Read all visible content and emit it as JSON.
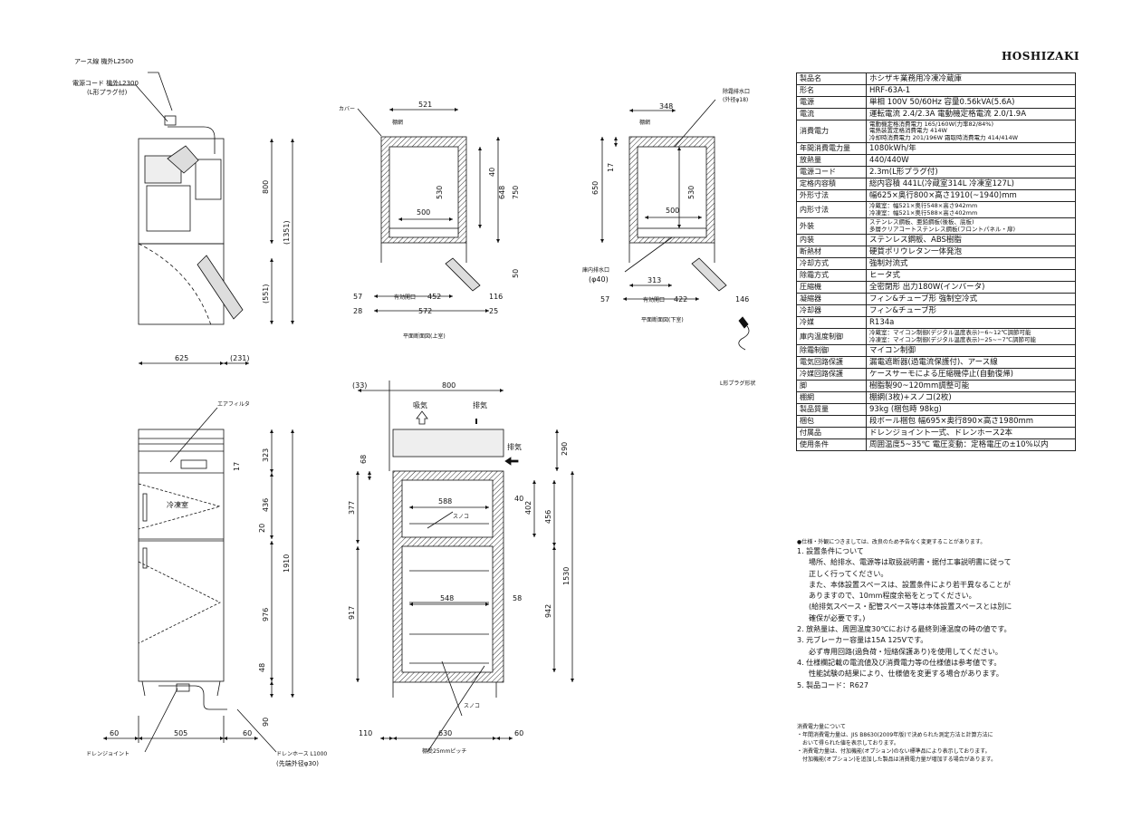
{
  "brand": "HOSHIZAKI",
  "spec_rows": [
    {
      "label": "製品名",
      "value": "ホシザキ業務用冷凍冷蔵庫"
    },
    {
      "label": "形名",
      "value": "HRF-63A-1"
    },
    {
      "label": "電源",
      "value": "単相 100V 50/60Hz 容量0.56kVA(5.6A)"
    },
    {
      "label": "電流",
      "value": "運転電流 2.4/2.3A 電動機定格電流 2.0/1.9A"
    },
    {
      "label": "消費電力",
      "lines": [
        "電動機定格消費電力 165/160W(力率82/84%)",
        "電熱装置定格消費電力 414W",
        "冷却時消費電力 201/196W 霜取時消費電力 414/414W"
      ]
    },
    {
      "label": "年間消費電力量",
      "value": "1080kWh/年"
    },
    {
      "label": "放熱量",
      "value": "440/440W"
    },
    {
      "label": "電源コード",
      "value": "2.3m(L形プラグ付)"
    },
    {
      "label": "定格内容積",
      "value": "総内容積 441L(冷蔵室314L 冷凍室127L)"
    },
    {
      "label": "外形寸法",
      "value": "幅625×奥行800×高さ1910(~1940)mm"
    },
    {
      "label": "内形寸法",
      "lines": [
        "冷蔵室：幅521×奥行548×高さ942mm",
        "冷凍室：幅521×奥行588×高さ402mm"
      ]
    },
    {
      "label": "外装",
      "lines": [
        "ステンレス鋼板、亜鉛鋼板(後板、底板)",
        "多層クリアコートステンレス鋼板(フロントパネル・扉)"
      ]
    },
    {
      "label": "内装",
      "value": "ステンレス鋼板、ABS樹脂"
    },
    {
      "label": "断熱材",
      "value": "硬質ポリウレタン一体発泡"
    },
    {
      "label": "冷却方式",
      "value": "強制対流式"
    },
    {
      "label": "除霜方式",
      "value": "ヒータ式"
    },
    {
      "label": "圧縮機",
      "value": "全密閉形 出力180W(インバータ)"
    },
    {
      "label": "凝縮器",
      "value": "フィン&チューブ形 強制空冷式"
    },
    {
      "label": "冷却器",
      "value": "フィン&チューブ形"
    },
    {
      "label": "冷媒",
      "value": "R134a"
    },
    {
      "label": "庫内温度制御",
      "lines": [
        "冷蔵室：マイコン制御(デジタル温度表示)−6~12℃調節可能",
        "冷凍室：マイコン制御(デジタル温度表示)−25~−7℃調節可能"
      ]
    },
    {
      "label": "除霜制御",
      "value": "マイコン制御"
    },
    {
      "label": "電気回路保護",
      "value": "漏電遮断器(過電流保護付)、アース線"
    },
    {
      "label": "冷媒回路保護",
      "value": "ケースサーモによる圧縮機停止(自動復帰)"
    },
    {
      "label": "脚",
      "value": "樹脂製90~120mm調整可能"
    },
    {
      "label": "棚網",
      "value": "棚網(3枚)+スノコ(2枚)"
    },
    {
      "label": "製品質量",
      "value": "93kg (梱包時 98kg)"
    },
    {
      "label": "梱包",
      "value": "段ボール梱包 幅695×奥行890×高さ1980mm"
    },
    {
      "label": "付属品",
      "value": "ドレンジョイント一式、ドレンホース2本"
    },
    {
      "label": "使用条件",
      "value": "周囲温度5~35℃ 電圧変動：定格電圧の±10%以内"
    }
  ],
  "notes": {
    "header": "●仕様・外観につきましては、改良のため予告なく変更することがあります。",
    "items": [
      "1. 設置条件について",
      "2. 放熱量は、周囲温度30℃における最終到達温度の時の値です。",
      "3. 元ブレーカー容量は15A 125Vです。",
      "4. 仕様欄記載の電流値及び消費電力等の仕様値は参考値です。",
      "5. 製品コード：R627"
    ],
    "item1_detail": [
      "場所、給排水、電源等は取扱説明書・据付工事説明書に従って",
      "正しく行ってください。",
      "また、本体設置スペースは、設置条件により若干異なることが",
      "ありますので、10mm程度余裕をとってください。",
      "(給排気スペース・配管スペース等は本体設置スペースとは別に",
      "確保が必要です。)"
    ],
    "item3_detail": "必ず専用回路(過負荷・短絡保護あり)を使用してください。",
    "item4_detail": "性能試験の結果により、仕様値を変更する場合があります。"
  },
  "footnote": [
    "消費電力量について",
    "・年間消費電力量は、JIS B8630(2009年版)で決められた測定方法と計算方法に",
    "おいて得られた値を表示しております。",
    "・消費電力量は、付加機能(オプション)のない標準品により表示しております。",
    "付加機能(オプション)を追加した製品は消費電力量が増加する場合があります。"
  ],
  "drawing": {
    "labels": {
      "earth_wire": "アース線 機外L2500",
      "power_cord": "電源コード 機外L2300",
      "l_plug": "(L形プラグ付)",
      "cover": "カバー",
      "shelf_net_1": "棚網",
      "shelf_net_2": "棚網",
      "drain_port": "除霜排水口",
      "drain_port_dia": "(外径φ18)",
      "inner_drain": "庫内排水口",
      "inner_drain_dia": "(φ40)",
      "effective_opening_1": "有効開口",
      "effective_opening_2": "有効開口",
      "plan_upper": "平面断面図(上室)",
      "plan_lower": "平面断面図(下室)",
      "plug_shape": "L形プラグ形状",
      "air_filter": "エアフィルタ",
      "freezer": "冷凍室",
      "intake": "吸気",
      "exhaust_1": "排気",
      "exhaust_2": "排気",
      "sunoko_1": "スノコ",
      "sunoko_2": "スノコ",
      "drain_joint": "ドレンジョイント",
      "drain_hose": "ドレンホース L1000",
      "drain_hose_tip": "(先端外径φ30)",
      "pitch": "棚受25mmピッチ"
    },
    "dims": {
      "d800a": "800",
      "d1351": "(1351)",
      "d551": "(551)",
      "d625": "625",
      "d231": "(231)",
      "d521": "521",
      "d530a": "530",
      "d40a": "40",
      "d648": "648",
      "d750": "750",
      "d500a": "500",
      "d50": "50",
      "d57a": "57",
      "d452": "452",
      "d116": "116",
      "d28": "28",
      "d572": "572",
      "d25": "25",
      "d348": "348",
      "d17": "17",
      "d650": "650",
      "d530b": "530",
      "d500b": "500",
      "d313": "313",
      "d57b": "57",
      "d422": "422",
      "d146": "146",
      "d323": "323",
      "d17b": "17",
      "d436": "436",
      "d20": "20",
      "d1910": "1910",
      "d976": "976",
      "d48": "48",
      "d90": "90",
      "d60a": "60",
      "d505": "505",
      "d60b": "60",
      "d33": "(33)",
      "d800b": "800",
      "d290": "290",
      "d68": "68",
      "d377": "377",
      "d588": "588",
      "d40b": "40",
      "d402": "402",
      "d456": "456",
      "d1530": "1530",
      "d917": "917",
      "d548": "548",
      "d58": "58",
      "d942": "942",
      "d110": "110",
      "d630": "630",
      "d60c": "60"
    }
  }
}
